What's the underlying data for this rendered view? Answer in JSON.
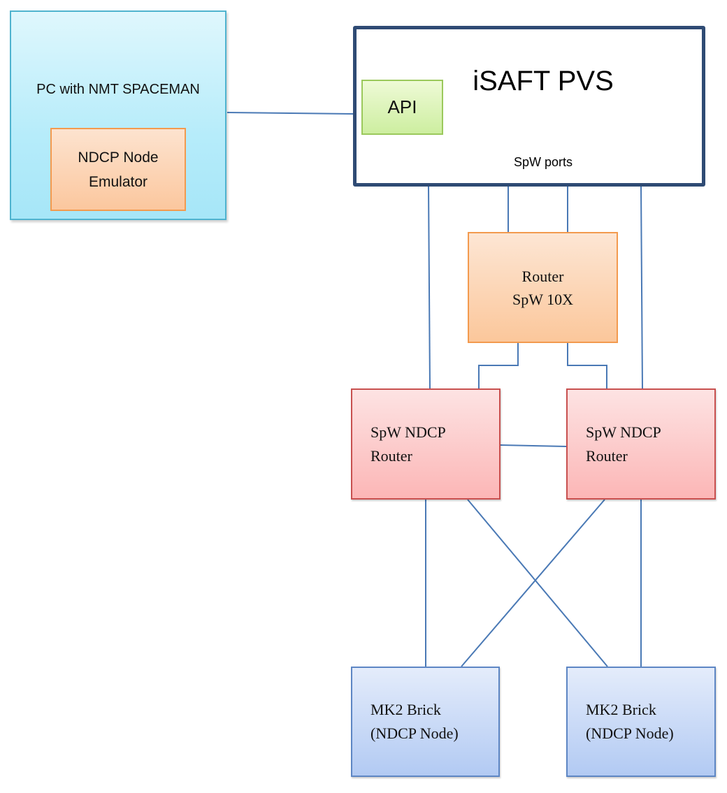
{
  "pc": {
    "label": "PC with NMT SPACEMAN",
    "emulator": {
      "line1": "NDCP Node",
      "line2": "Emulator"
    }
  },
  "pvs": {
    "title": "iSAFT PVS",
    "ports_label": "SpW ports",
    "api_label": "API"
  },
  "router_10x": {
    "line1": "Router",
    "line2": "SpW 10X"
  },
  "ndcp_routers": [
    {
      "line1": "SpW NDCP",
      "line2": "Router"
    },
    {
      "line1": "SpW NDCP",
      "line2": "Router"
    }
  ],
  "bricks": [
    {
      "line1": "MK2 Brick",
      "line2": "(NDCP Node)"
    },
    {
      "line1": "MK2 Brick",
      "line2": "(NDCP Node)"
    }
  ],
  "colors": {
    "connector": "#4a79b5",
    "pc_fill": "#b6ecfa",
    "orange_fill": "#fbc79e",
    "api_fill": "#cdeea0",
    "router_fill": "#fcb6b6",
    "brick_fill": "#b2caf3",
    "pvs_border": "#2f4b74"
  }
}
